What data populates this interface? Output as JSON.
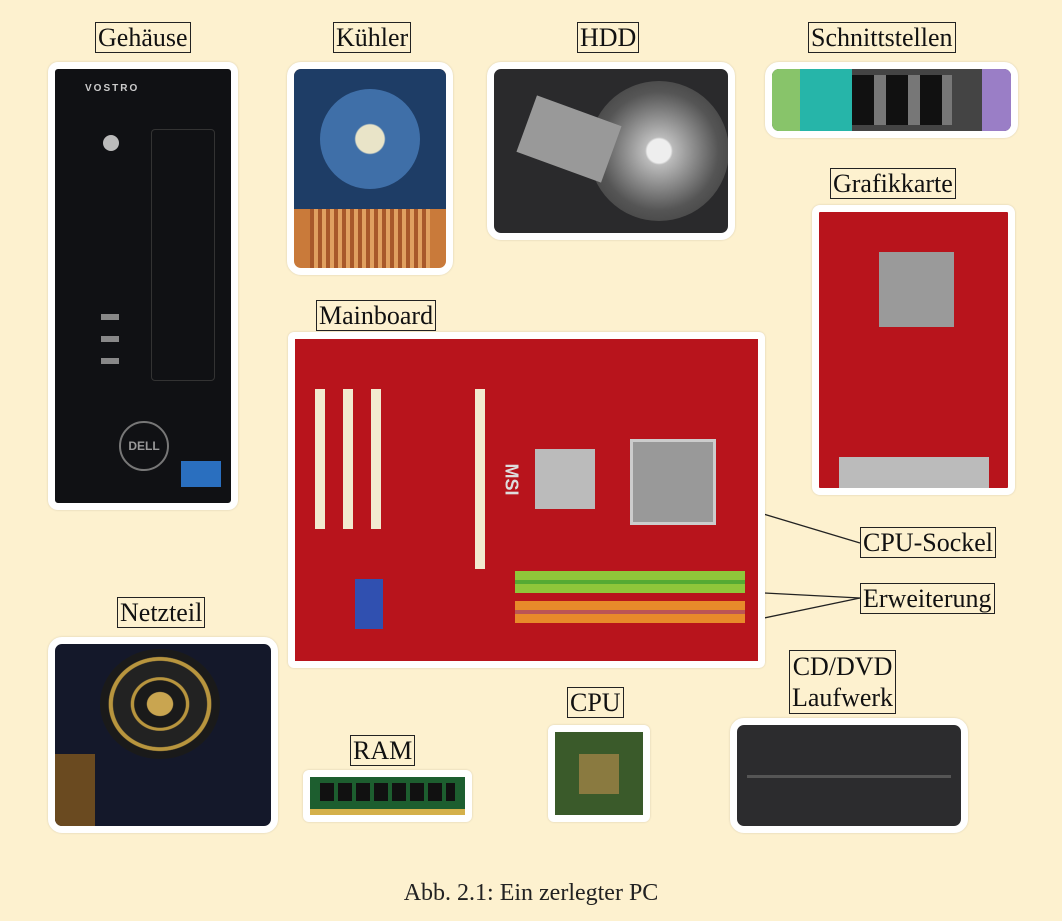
{
  "labels": {
    "case": "Gehäuse",
    "cooler": "Kühler",
    "hdd": "HDD",
    "interfaces": "Schnittstellen",
    "graphics": "Grafikkarte",
    "mainboard": "Mainboard",
    "cpu_socket": "CPU-Sockel",
    "expansion": "Erweiterung",
    "psu": "Netzteil",
    "ram": "RAM",
    "cpu": "CPU",
    "drive_line1": "CD/DVD",
    "drive_line2": "Laufwerk"
  },
  "photo_text": {
    "case_brand": "VOSTRO",
    "case_logo": "DELL",
    "board_logo": "MSI"
  },
  "caption": "Abb. 2.1: Ein zerlegter PC",
  "colors": {
    "background": "#fdf1cf",
    "board_red": "#b8141c",
    "ram_green": "#8fc63a",
    "ram_orange": "#e88a2a"
  }
}
